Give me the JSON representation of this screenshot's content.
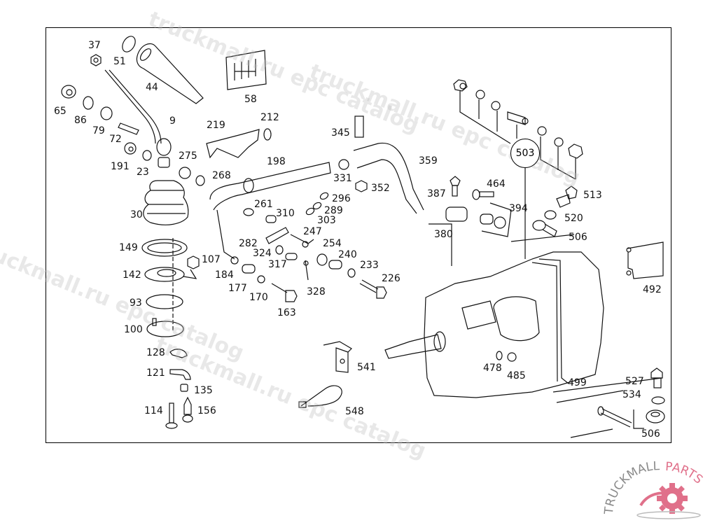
{
  "diagram": {
    "title": "Gear shift linkage and transmission parts",
    "callout": {
      "label": "503"
    },
    "labels": [
      {
        "id": "37",
        "text": "37"
      },
      {
        "id": "51",
        "text": "51"
      },
      {
        "id": "44",
        "text": "44"
      },
      {
        "id": "58",
        "text": "58"
      },
      {
        "id": "65",
        "text": "65"
      },
      {
        "id": "86",
        "text": "86"
      },
      {
        "id": "79",
        "text": "79"
      },
      {
        "id": "72",
        "text": "72"
      },
      {
        "id": "9",
        "text": "9"
      },
      {
        "id": "191",
        "text": "191"
      },
      {
        "id": "23",
        "text": "23"
      },
      {
        "id": "219",
        "text": "219"
      },
      {
        "id": "212",
        "text": "212"
      },
      {
        "id": "275",
        "text": "275"
      },
      {
        "id": "268",
        "text": "268"
      },
      {
        "id": "198",
        "text": "198"
      },
      {
        "id": "345",
        "text": "345"
      },
      {
        "id": "331",
        "text": "331"
      },
      {
        "id": "352",
        "text": "352"
      },
      {
        "id": "359",
        "text": "359"
      },
      {
        "id": "30",
        "text": "30"
      },
      {
        "id": "261",
        "text": "261"
      },
      {
        "id": "310",
        "text": "310"
      },
      {
        "id": "296",
        "text": "296"
      },
      {
        "id": "289",
        "text": "289"
      },
      {
        "id": "303",
        "text": "303"
      },
      {
        "id": "247",
        "text": "247"
      },
      {
        "id": "282",
        "text": "282"
      },
      {
        "id": "254",
        "text": "254"
      },
      {
        "id": "324",
        "text": "324"
      },
      {
        "id": "240",
        "text": "240"
      },
      {
        "id": "317",
        "text": "317"
      },
      {
        "id": "233",
        "text": "233"
      },
      {
        "id": "149",
        "text": "149"
      },
      {
        "id": "107",
        "text": "107"
      },
      {
        "id": "184",
        "text": "184"
      },
      {
        "id": "142",
        "text": "142"
      },
      {
        "id": "177",
        "text": "177"
      },
      {
        "id": "226",
        "text": "226"
      },
      {
        "id": "170",
        "text": "170"
      },
      {
        "id": "328",
        "text": "328"
      },
      {
        "id": "93",
        "text": "93"
      },
      {
        "id": "163",
        "text": "163"
      },
      {
        "id": "100",
        "text": "100"
      },
      {
        "id": "128",
        "text": "128"
      },
      {
        "id": "121",
        "text": "121"
      },
      {
        "id": "135",
        "text": "135"
      },
      {
        "id": "114",
        "text": "114"
      },
      {
        "id": "156",
        "text": "156"
      },
      {
        "id": "541",
        "text": "541"
      },
      {
        "id": "548",
        "text": "548"
      },
      {
        "id": "387",
        "text": "387"
      },
      {
        "id": "464",
        "text": "464"
      },
      {
        "id": "394",
        "text": "394"
      },
      {
        "id": "380",
        "text": "380"
      },
      {
        "id": "513",
        "text": "513"
      },
      {
        "id": "520",
        "text": "520"
      },
      {
        "id": "506a",
        "text": "506"
      },
      {
        "id": "492",
        "text": "492"
      },
      {
        "id": "478",
        "text": "478"
      },
      {
        "id": "485",
        "text": "485"
      },
      {
        "id": "499",
        "text": "499"
      },
      {
        "id": "527",
        "text": "527"
      },
      {
        "id": "534",
        "text": "534"
      },
      {
        "id": "506b",
        "text": "506"
      }
    ]
  },
  "watermarks": [
    "truckmall.ru epc catalog",
    "truckmall.ru epc catalog",
    "truckmall.ru epc catalog",
    "truckmall.ru epc catalog"
  ],
  "logo": {
    "text_left": "TRUCKMALL",
    "text_right": "PARTS",
    "accent_color": "#e0708a",
    "gray_color": "#8a8a8a"
  }
}
